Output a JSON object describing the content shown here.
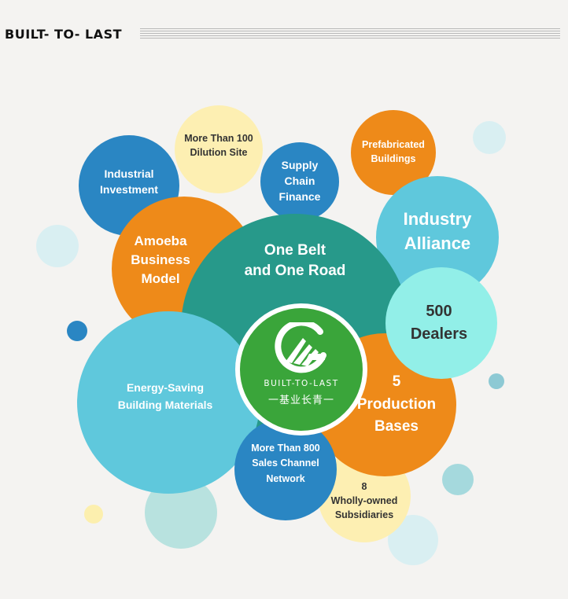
{
  "header": {
    "title": "BUILT- TO- LAST"
  },
  "bubbles": {
    "more_than_100": "More Than 100\nDilution Site",
    "industrial_investment": "Industrial\nInvestment",
    "supply_chain_finance": "Supply\nChain\nFinance",
    "prefabricated_buildings": "Prefabricated\nBuildings",
    "industry_alliance": "Industry\nAlliance",
    "amoeba": "Amoeba\nBusiness\nModel",
    "one_belt": "One Belt\nand One Road",
    "dealers": "500\nDealers",
    "energy_saving": "Energy-Saving\nBuilding Materials",
    "production_bases": "5\nProduction\nBases",
    "sales_channel": "More Than 800\nSales Channel\nNetwork",
    "subsidiaries": "8\nWholly-owned\nSubsidiaries"
  },
  "logo": {
    "english": "BUILT-TO-LAST",
    "chinese": "一基业长青一"
  },
  "colors": {
    "dark_blue": "#2a86c3",
    "orange": "#ee8a19",
    "teal": "#27998a",
    "light_blue": "#5fc8dc",
    "aqua": "#92efe8",
    "pale_yellow": "#fdefb2",
    "logo_green": "#3aa53a"
  }
}
